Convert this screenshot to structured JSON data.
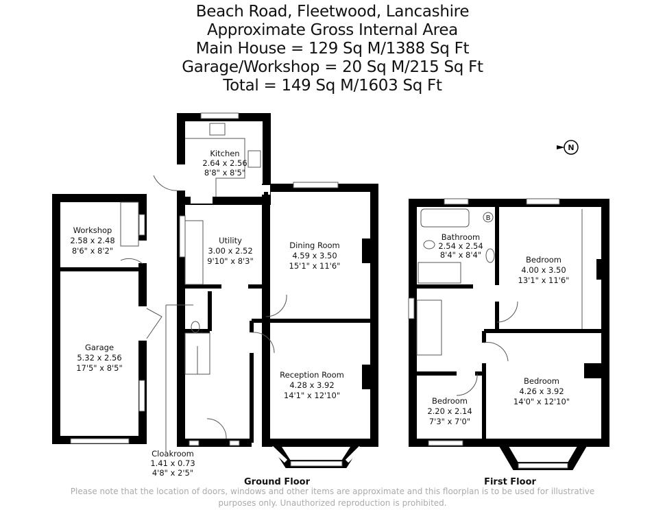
{
  "header": {
    "lines": [
      "Beach Road, Fleetwood, Lancashire",
      "Approximate Gross Internal Area",
      "Main House = 129 Sq M/1388 Sq Ft",
      "Garage/Workshop = 20 Sq M/215 Sq Ft",
      "Total = 149 Sq M/1603 Sq Ft"
    ]
  },
  "compass": {
    "label": "N"
  },
  "ground_floor": {
    "label": "Ground Floor",
    "rooms": [
      {
        "name": "Kitchen",
        "metric": "2.64 x 2.56",
        "imperial": "8'8\" x 8'5\""
      },
      {
        "name": "Workshop",
        "metric": "2.58 x 2.48",
        "imperial": "8'6\" x 8'2\""
      },
      {
        "name": "Garage",
        "metric": "5.32 x 2.56",
        "imperial": "17'5\" x 8'5\""
      },
      {
        "name": "Utility",
        "metric": "3.00 x 2.52",
        "imperial": "9'10\" x 8'3\""
      },
      {
        "name": "Dining Room",
        "metric": "4.59 x 3.50",
        "imperial": "15'1\" x 11'6\""
      },
      {
        "name": "Reception Room",
        "metric": "4.28 x 3.92",
        "imperial": "14'1\" x 12'10\""
      },
      {
        "name": "Cloakroom",
        "metric": "1.41 x 0.73",
        "imperial": "4'8\" x 2'5\""
      }
    ]
  },
  "first_floor": {
    "label": "First Floor",
    "boiler_label": "B",
    "rooms": [
      {
        "name": "Bathroom",
        "metric": "2.54 x 2.54",
        "imperial": "8'4\" x 8'4\""
      },
      {
        "name": "Bedroom",
        "metric": "4.00 x 3.50",
        "imperial": "13'1\" x 11'6\""
      },
      {
        "name": "Bedroom",
        "metric": "4.26 x 3.92",
        "imperial": "14'0\" x 12'10\""
      },
      {
        "name": "Bedroom",
        "metric": "2.20 x 2.14",
        "imperial": "7'3\" x 7'0\""
      }
    ]
  },
  "disclaimer": [
    "Please note that the location of doors, windows and other items are approximate and this floorplan is to be used for illustrative",
    "purposes only. Unauthorized reproduction is prohibited."
  ]
}
